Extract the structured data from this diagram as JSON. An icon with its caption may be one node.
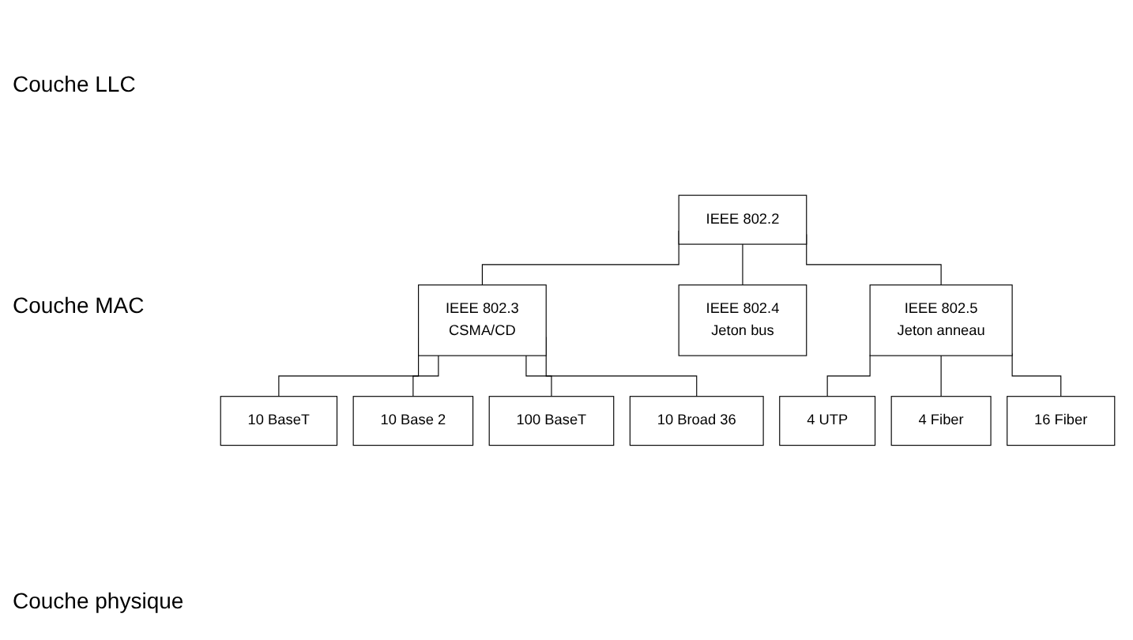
{
  "diagram": {
    "nodes": [
      {
        "text": [
          "IEEE 802.2"
        ]
      },
      {
        "text": [
          "IEEE 802.3",
          "CSMA/CD"
        ]
      },
      {
        "text": [
          "IEEE 802.4",
          "Jeton bus"
        ]
      },
      {
        "text": [
          "IEEE 802.5",
          "Jeton anneau"
        ]
      },
      {
        "text": [
          "10 BaseT"
        ]
      },
      {
        "text": [
          "10 Base 2"
        ]
      },
      {
        "text": [
          "100 BaseT"
        ]
      },
      {
        "text": [
          "10 Broad 36"
        ]
      },
      {
        "text": [
          "4 UTP"
        ]
      },
      {
        "text": [
          "4 Fiber"
        ]
      },
      {
        "text": [
          "16 Fiber"
        ]
      }
    ],
    "edges": [
      {
        "from": 0,
        "to": 1,
        "arrow": "none"
      },
      {
        "from": 0,
        "to": 2,
        "arrow": "none"
      },
      {
        "from": 0,
        "to": 3,
        "arrow": "none"
      },
      {
        "from": 1,
        "to": 4,
        "arrow": "none"
      },
      {
        "from": 1,
        "to": 5,
        "arrow": "none"
      },
      {
        "from": 1,
        "to": 6,
        "arrow": "none"
      },
      {
        "from": 1,
        "to": 7,
        "arrow": "none"
      },
      {
        "from": 3,
        "to": 8,
        "arrow": "none"
      },
      {
        "from": 3,
        "to": 9,
        "arrow": "none"
      },
      {
        "from": 3,
        "to": 10,
        "arrow": "none"
      }
    ],
    "labels": [
      "Couche LLC",
      "Couche MAC",
      "Couche physique"
    ]
  }
}
